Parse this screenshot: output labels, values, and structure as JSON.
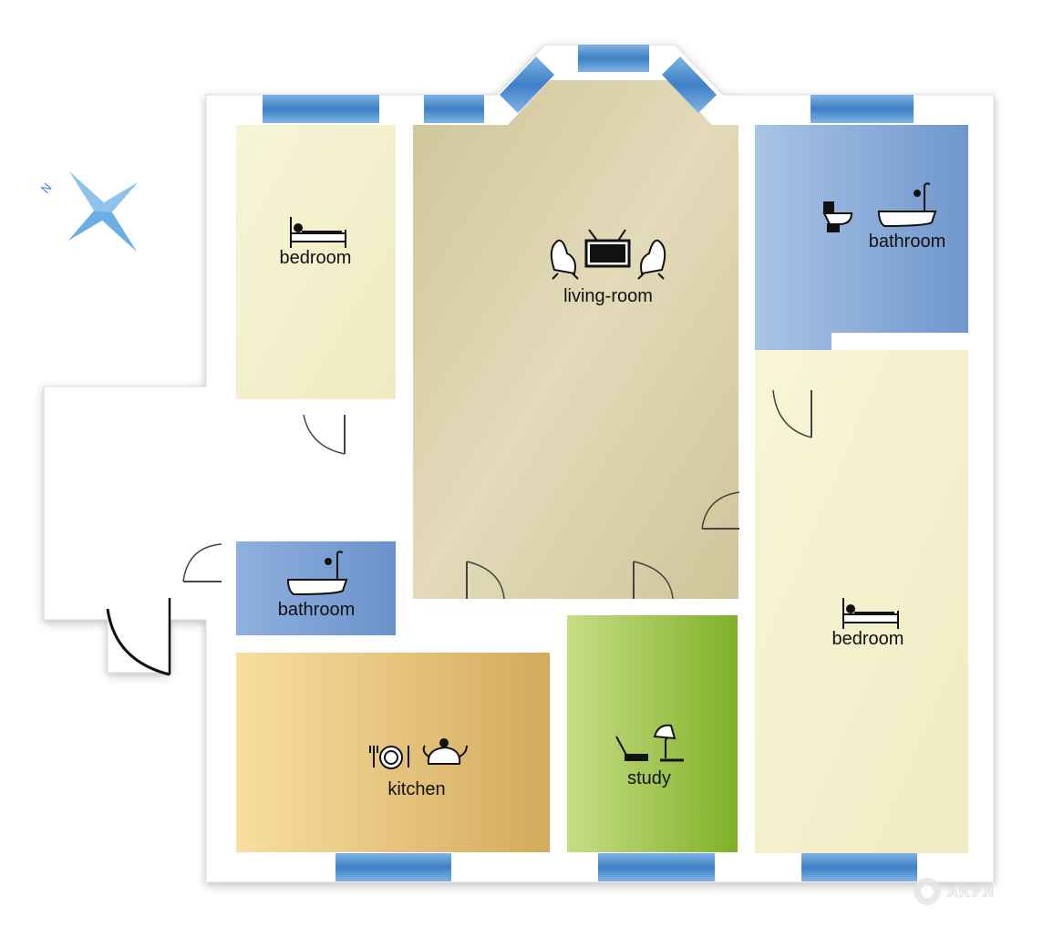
{
  "plan": {
    "rooms": [
      {
        "id": "bedroom-1",
        "label": "bedroom",
        "icon": "bed-icon"
      },
      {
        "id": "living-room",
        "label": "living-room",
        "icon": "tv-armchairs-icon"
      },
      {
        "id": "bathroom-1",
        "label": "bathroom",
        "icon": "toilet-bathtub-icon"
      },
      {
        "id": "bathroom-2",
        "label": "bathroom",
        "icon": "bathtub-icon"
      },
      {
        "id": "kitchen",
        "label": "kitchen",
        "icon": "dishes-teapot-icon"
      },
      {
        "id": "study",
        "label": "study",
        "icon": "laptop-lamp-icon"
      },
      {
        "id": "bedroom-2",
        "label": "bedroom",
        "icon": "bed-icon"
      }
    ],
    "compass": {
      "letter": "N"
    },
    "watermark": {
      "text": "АКУЛ"
    },
    "colors": {
      "wall": "#ffffff",
      "window": "#5b9bd5",
      "bedroom": "#f6f3d2",
      "living_room": "#d9d1aa",
      "bathroom": "#8fb0d8",
      "kitchen": "#e8c88a",
      "study": "#9cc44a",
      "compass": "#8ec3ec"
    }
  }
}
